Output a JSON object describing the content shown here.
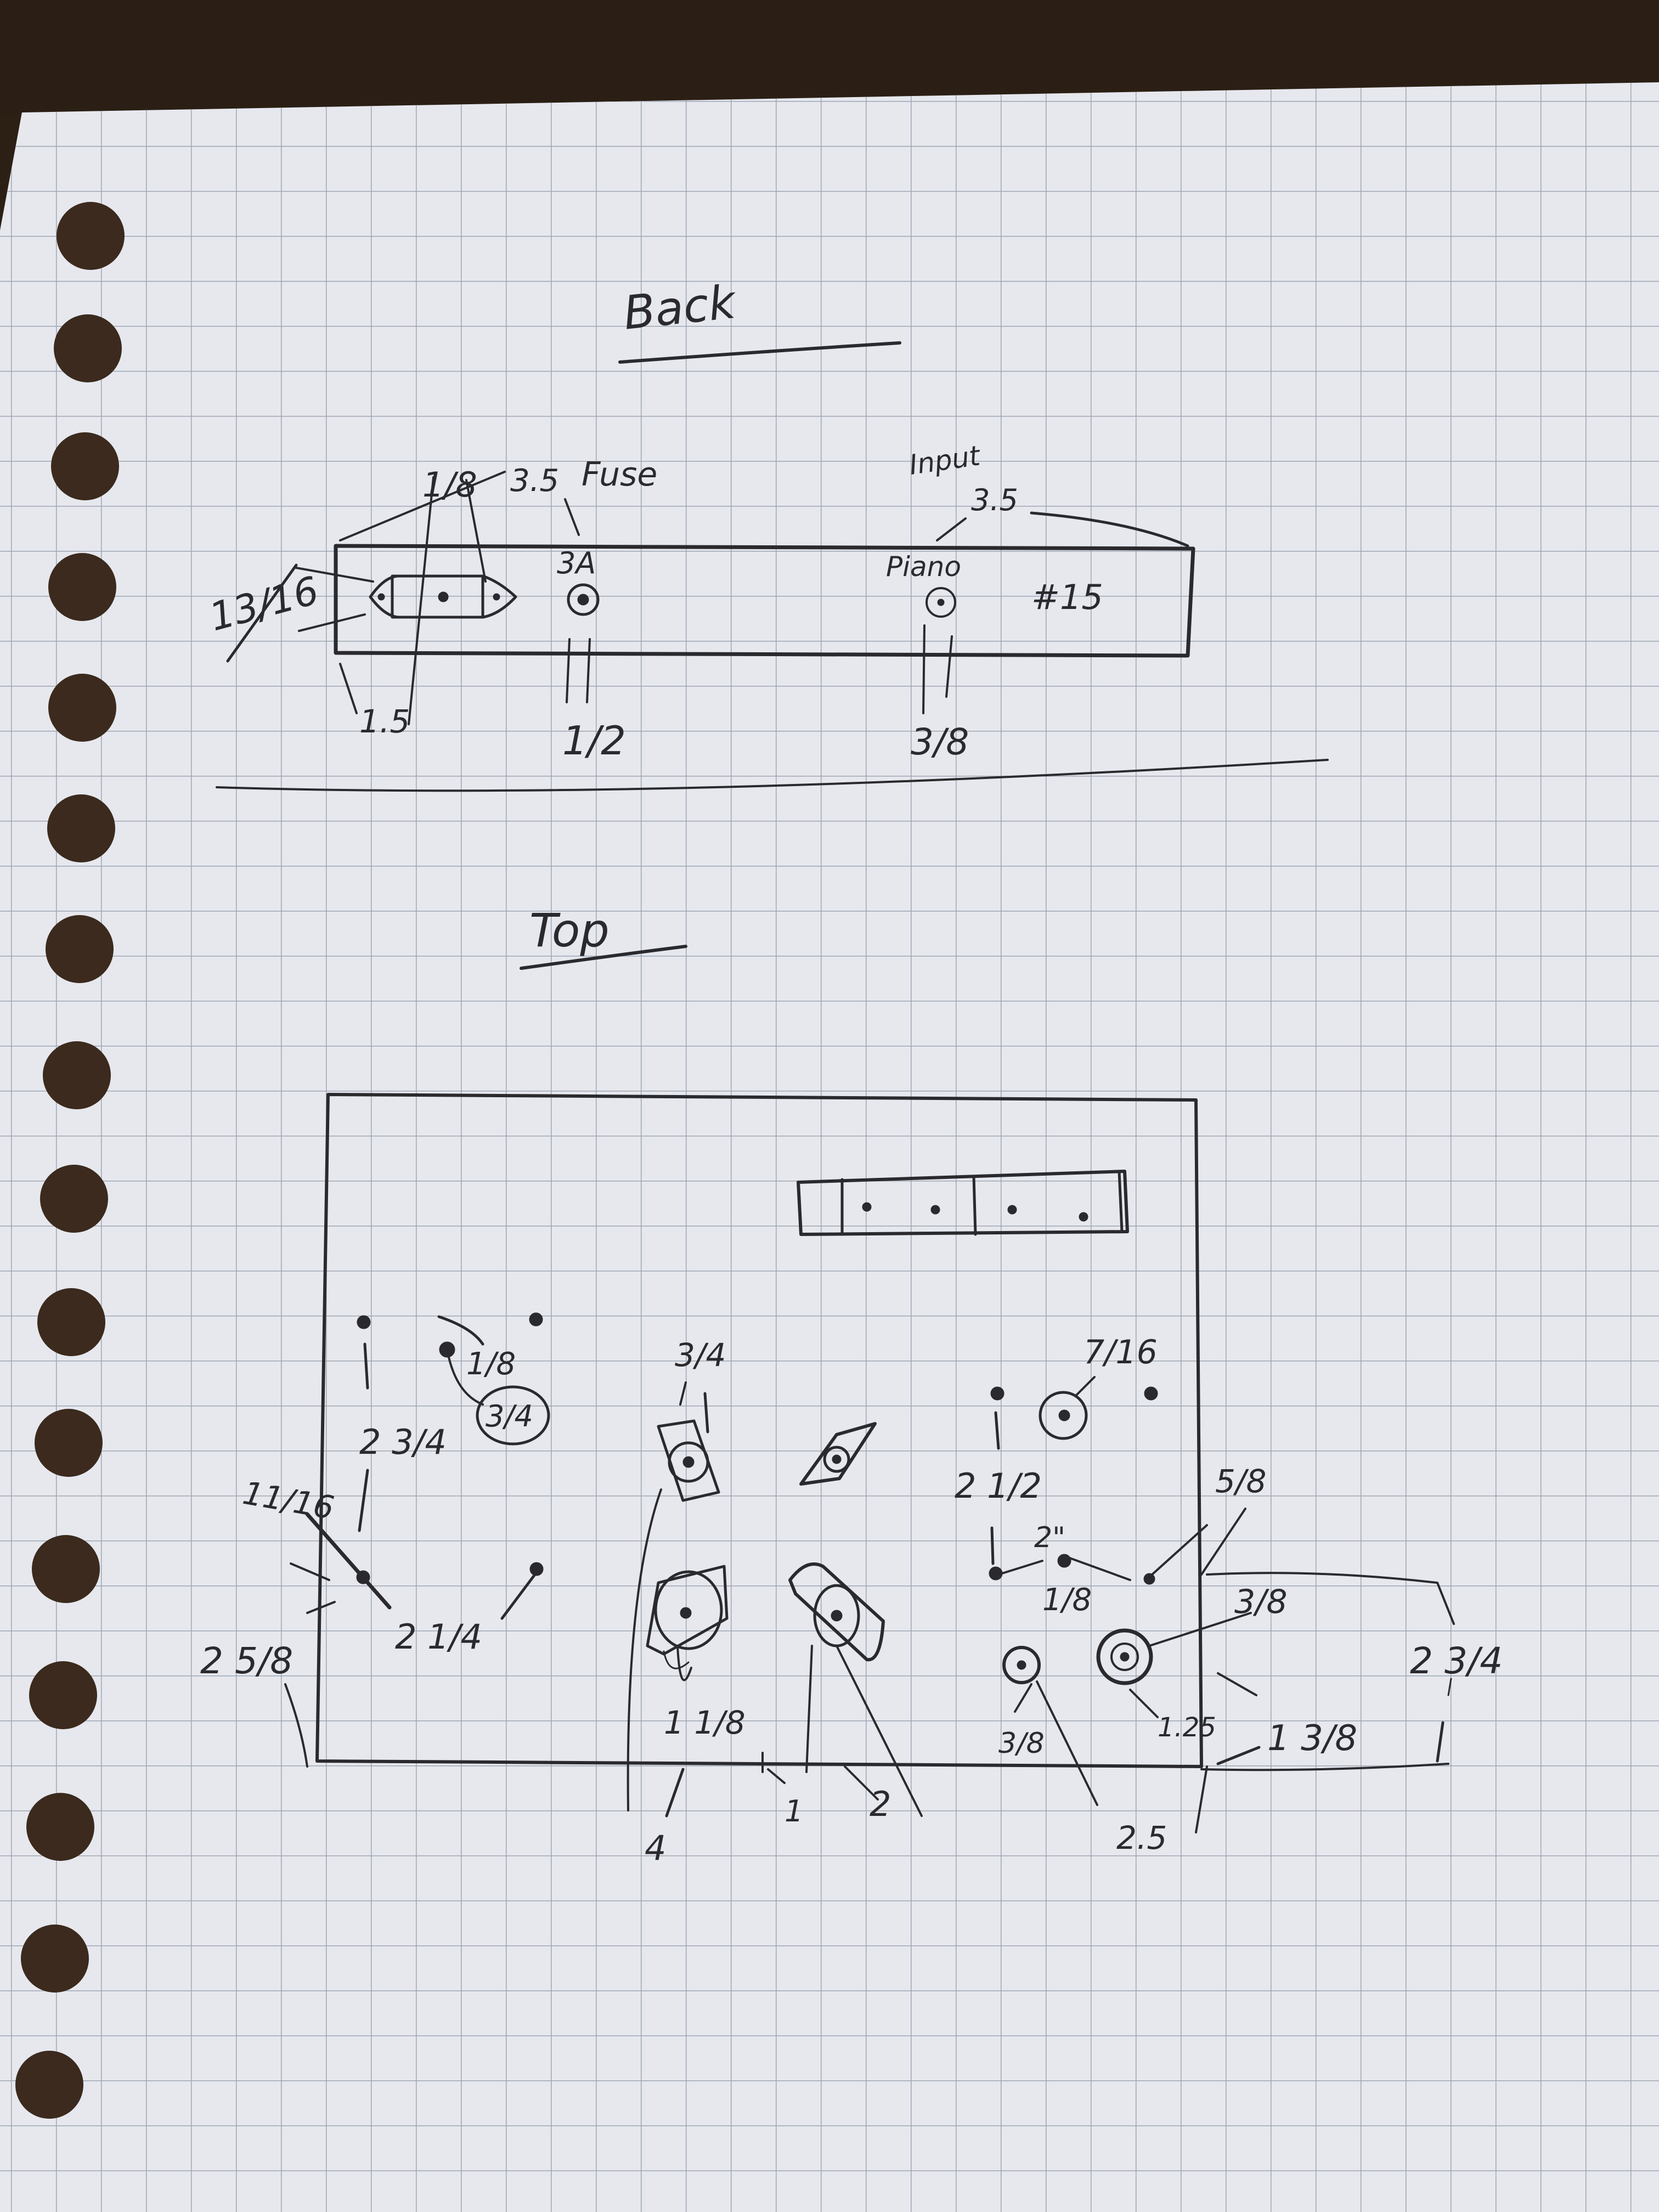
{
  "back": {
    "title": "Back",
    "fuse_width": "1/8",
    "fuse_spacing": "3.5",
    "fuse_label": "Fuse",
    "fuse_rating": "3A",
    "fuse_hole": "1/2",
    "input_label": "Input",
    "input_spacing": "3.5",
    "piano_label": "Piano",
    "piano_hole": "3/8",
    "height": "13/16",
    "panel_number": "#15",
    "left_offset": "1.5"
  },
  "top": {
    "title": "Top",
    "dims": {
      "knob1_hole": "1/8",
      "knob1_circle": "3/4",
      "knob1_vertical": "2 3/4",
      "left_edge": "11/16",
      "row_offset": "2 1/4",
      "left_height": "2 5/8",
      "socket1_size": "3/4",
      "socket_large": "1 1/8",
      "bottom_4": "4",
      "bottom_1": "1",
      "bottom_2": "2",
      "right_hole": "7/16",
      "right_vertical": "2 1/2",
      "right_gap": "2\"",
      "right_small": "1/8",
      "right_side": "5/8",
      "right_jack": "3/8",
      "right_jack_small": "3/8",
      "right_125": "1.25",
      "right_138": "1 3/8",
      "bottom_25": "2.5",
      "far_right": "2 3/4"
    }
  }
}
